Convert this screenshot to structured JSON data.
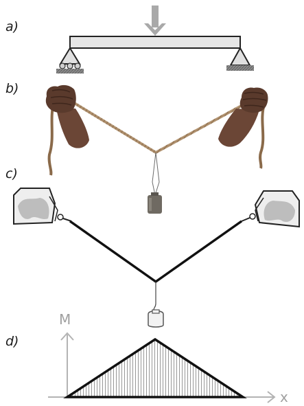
{
  "panels": {
    "a": {
      "label": "a)"
    },
    "b": {
      "label": "b)"
    },
    "c": {
      "label": "c)"
    },
    "d": {
      "label": "d)"
    }
  },
  "moment_diagram": {
    "y_axis_label": "M",
    "x_axis_label": "x",
    "shape": "triangle",
    "peak_position": "midspan"
  },
  "colors": {
    "axis": "#b3b3b3",
    "beam_outline": "#222222",
    "beam_fill": "#e6e6e6",
    "load_arrow": "#a9a9a9",
    "rope": "#a88a6a",
    "skin": "#6b4636",
    "cable": "#111111",
    "hatch": "#8a8a8a"
  },
  "icons": [
    "down-arrow-icon",
    "roller-support-icon",
    "pin-support-icon",
    "weight-icon",
    "clamp-icon",
    "fist-icon"
  ]
}
